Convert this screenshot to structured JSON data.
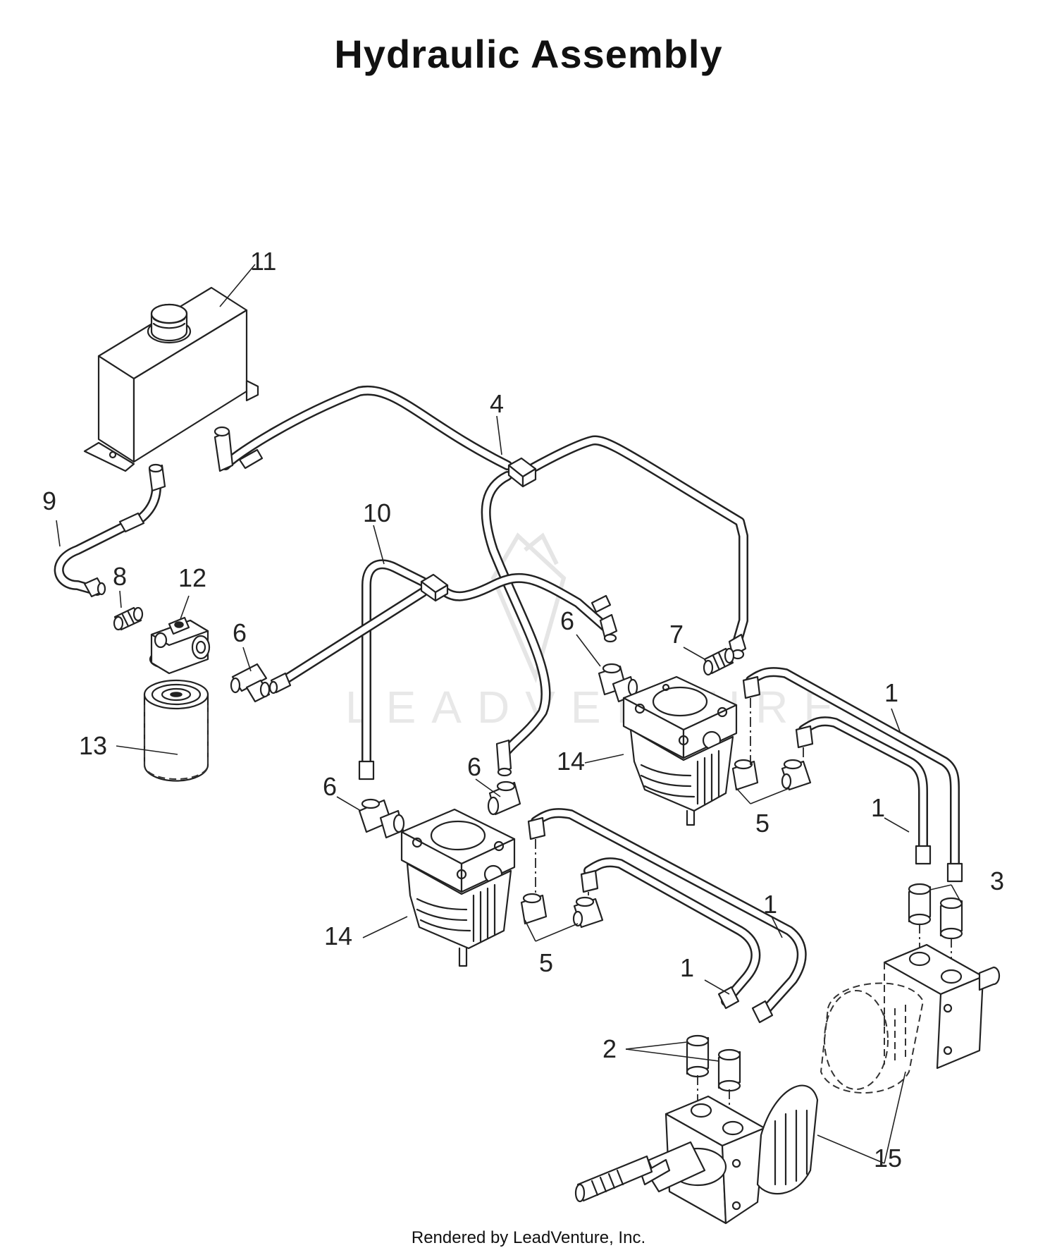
{
  "title": "Hydraulic Assembly",
  "footer": "Rendered by LeadVenture, Inc.",
  "watermark": "LEADVENTURE",
  "callouts": [
    {
      "id": "c11",
      "label": "11"
    },
    {
      "id": "c4",
      "label": "4"
    },
    {
      "id": "c9",
      "label": "9"
    },
    {
      "id": "c10",
      "label": "10"
    },
    {
      "id": "c8",
      "label": "8"
    },
    {
      "id": "c12",
      "label": "12"
    },
    {
      "id": "c6a",
      "label": "6"
    },
    {
      "id": "c6b",
      "label": "6"
    },
    {
      "id": "c7",
      "label": "7"
    },
    {
      "id": "c13",
      "label": "13"
    },
    {
      "id": "c1a",
      "label": "1"
    },
    {
      "id": "c14a",
      "label": "14"
    },
    {
      "id": "c6c",
      "label": "6"
    },
    {
      "id": "c6d",
      "label": "6"
    },
    {
      "id": "c5a",
      "label": "5"
    },
    {
      "id": "c1b",
      "label": "1"
    },
    {
      "id": "c3",
      "label": "3"
    },
    {
      "id": "c1c",
      "label": "1"
    },
    {
      "id": "c14b",
      "label": "14"
    },
    {
      "id": "c5b",
      "label": "5"
    },
    {
      "id": "c1d",
      "label": "1"
    },
    {
      "id": "c2",
      "label": "2"
    },
    {
      "id": "c15",
      "label": "15"
    }
  ]
}
